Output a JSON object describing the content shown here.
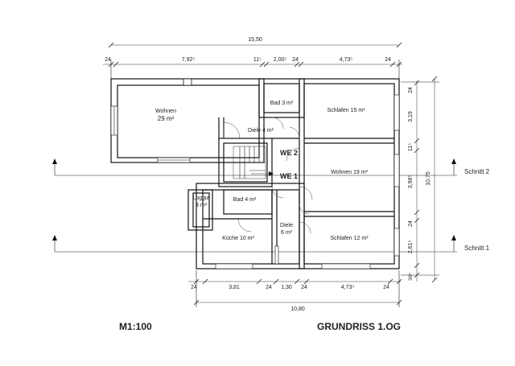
{
  "footer": {
    "scale": "M1:100",
    "title": "GRUNDRISS 1.OG"
  },
  "dimensions": {
    "top_total": "15,50",
    "top": [
      "24",
      "7,92⁵",
      "11⁵",
      "2,00⁵",
      "24",
      "4,73⁵",
      "24"
    ],
    "bottom": [
      "24",
      "3,81",
      "24",
      "1,30",
      "24",
      "4,73⁵",
      "24"
    ],
    "bottom_total": "10,80",
    "right": [
      "24",
      "3,19",
      "11⁵",
      "3,98⁵",
      "24",
      "2,61⁵",
      "36⁵"
    ],
    "right_total": "10,75"
  },
  "rooms": {
    "wohnen_name": "Wohnen",
    "wohnen_area": "29 m²",
    "bad_upper": "Bad  3 m²",
    "schlafen_upper": "Schlafen  15 m²",
    "diele_upper": "Diele  4 m²",
    "wohnen_right": "Wohnen  19 m²",
    "loggia_name": "Loggia",
    "loggia_area": "3 m²",
    "bad_lower": "Bad  4 m²",
    "diele_lower_name": "Diele",
    "diele_lower_area": "6 m²",
    "kueche": "Küche  10 m²",
    "schlafen_lower": "Schlafen  12 m²"
  },
  "units": {
    "we2": "WE 2",
    "we1": "WE 1"
  },
  "sections": {
    "schnitt2": "Schnitt 2",
    "schnitt1": "Schnitt 1"
  }
}
